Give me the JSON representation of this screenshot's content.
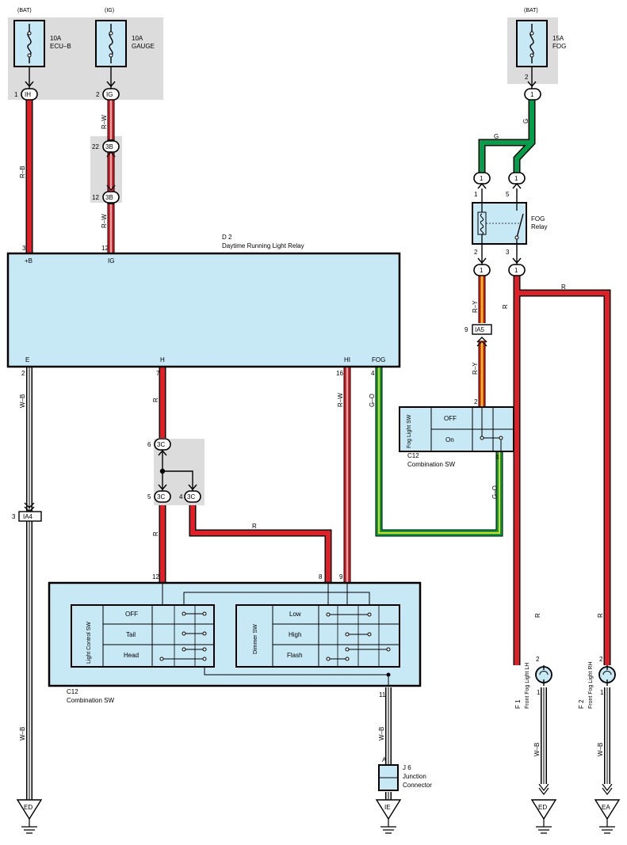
{
  "colors": {
    "red": "#e41e26",
    "green": "#00a04b",
    "yellow": "#f4d20a",
    "box": "#c7e8f5",
    "shade": "#dcdcdc"
  },
  "fuses": {
    "ecub": {
      "source": "(BAT)",
      "amps": "10A",
      "name": "ECU–B",
      "pin": "1",
      "connector": "IH"
    },
    "gauge": {
      "source": "(IG)",
      "amps": "10A",
      "name": "GAUGE",
      "pin": "2",
      "connector": "IG"
    },
    "fog": {
      "source": "(BAT)",
      "amps": "15A",
      "name": "FOG",
      "pin": "2",
      "connector": "1"
    }
  },
  "wires": {
    "rb": "R–B",
    "rw": "R–W",
    "wb": "W–B",
    "r": "R",
    "go": "G–O",
    "ry": "R–Y",
    "g": "G"
  },
  "connectors": {
    "c3b_top": {
      "pin": "22",
      "name": "3B"
    },
    "c3b_bot": {
      "pin": "12",
      "name": "3B"
    },
    "c3c_top": {
      "pin": "6",
      "name": "3C"
    },
    "c3c_l": {
      "pin": "5",
      "name": "3C"
    },
    "c3c_r": {
      "pin": "4",
      "name": "3C"
    },
    "ia4": {
      "pin": "3",
      "name": "IA4"
    },
    "ia5": {
      "pin": "9",
      "name": "IA5"
    }
  },
  "relay": {
    "code": "D 2",
    "title": "Daytime Running Light Relay",
    "pins": {
      "b": "3",
      "ig": "12",
      "e": "2",
      "h": "7",
      "hi": "16",
      "fog": "4"
    },
    "labels": {
      "b": "+B",
      "ig": "IG",
      "e": "E",
      "h": "H",
      "hi": "HI",
      "fog": "FOG"
    }
  },
  "fog_relay": {
    "name": "FOG",
    "sub": "Relay",
    "pins": {
      "p1": "1",
      "p5": "5",
      "p2": "2",
      "p3": "3"
    },
    "connectors": {
      "a": "1",
      "b": "1",
      "c": "1",
      "d": "1"
    }
  },
  "fog_switch": {
    "label": "Fog Light SW",
    "off": "OFF",
    "on": "On",
    "code": "C12",
    "title": "Combination SW",
    "pin_top": "2",
    "pin_bot": "4"
  },
  "combo": {
    "code": "C12",
    "title": "Combination SW",
    "pins": {
      "p12": "12",
      "p8": "8",
      "p9": "9",
      "p11": "11"
    },
    "light_label": "Light Control SW",
    "light_rows": [
      "OFF",
      "Tail",
      "Head"
    ],
    "dimmer_label": "Dimmer SW",
    "dimmer_rows": [
      "Low",
      "High",
      "Flash"
    ]
  },
  "junction": {
    "code": "J 6",
    "title": "Junction",
    "sub": "Connector",
    "pin": "A"
  },
  "lights": {
    "lh": {
      "code": "F 1",
      "name": "Front Fog Light LH",
      "pin_top": "2",
      "pin_bot": "1"
    },
    "rh": {
      "code": "F 2",
      "name": "Front Fog Light RH",
      "pin_top": "2",
      "pin_bot": "1"
    }
  },
  "grounds": [
    "ED",
    "IE",
    "ED",
    "EA"
  ]
}
